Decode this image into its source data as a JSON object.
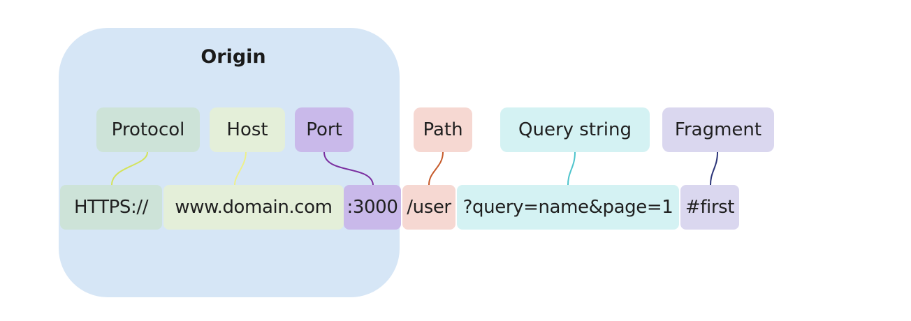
{
  "origin": {
    "title": "Origin",
    "color": "#d6e6f6"
  },
  "labels": [
    {
      "key": "protocol",
      "text": "Protocol",
      "color": "#cde3d8",
      "line": "#d4e35a"
    },
    {
      "key": "host",
      "text": "Host",
      "color": "#e4efd9",
      "line": "#eef08a"
    },
    {
      "key": "port",
      "text": "Port",
      "color": "#c9b9ea",
      "line": "#7b2fa0"
    },
    {
      "key": "path",
      "text": "Path",
      "color": "#f6d8d2",
      "line": "#c65a2a"
    },
    {
      "key": "query",
      "text": "Query string",
      "color": "#d4f2f3",
      "line": "#4ec4cc"
    },
    {
      "key": "fragment",
      "text": "Fragment",
      "color": "#dad7ef",
      "line": "#2b3478"
    }
  ],
  "url_segments": [
    {
      "key": "protocol",
      "text": "HTTPS://"
    },
    {
      "key": "host",
      "text": "www.domain.com"
    },
    {
      "key": "port",
      "text": ":3000"
    },
    {
      "key": "path",
      "text": "/user"
    },
    {
      "key": "query",
      "text": "?query=name&page=1"
    },
    {
      "key": "fragment",
      "text": "#first"
    }
  ]
}
